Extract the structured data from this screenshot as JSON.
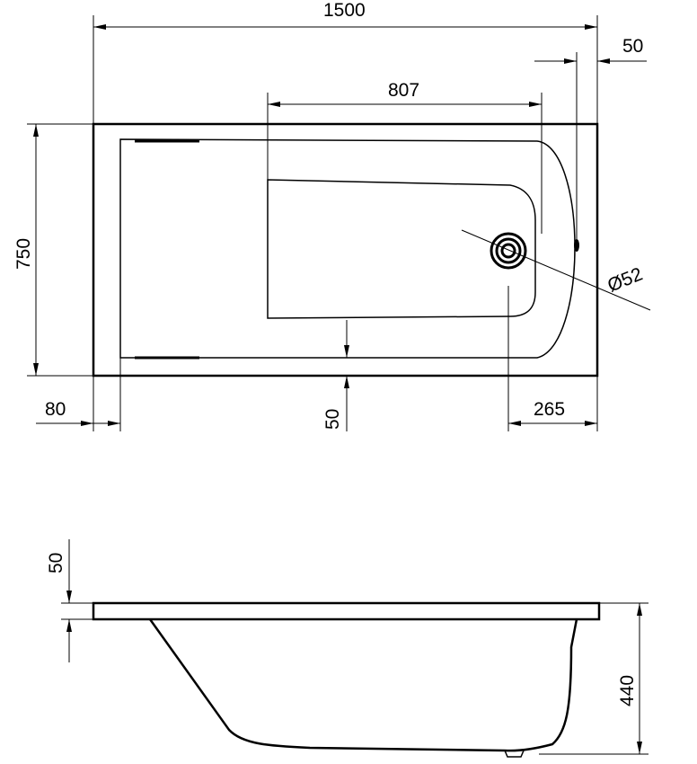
{
  "top_view": {
    "labels": {
      "length": "1500",
      "overflow_offset": "50",
      "seat_length": "807",
      "width": "750",
      "drain_diameter": "Ø52",
      "end_offset": "80",
      "seat_offset": "50",
      "drain_offset": "265"
    }
  },
  "side_view": {
    "labels": {
      "rim_thickness": "50",
      "height": "440"
    }
  }
}
